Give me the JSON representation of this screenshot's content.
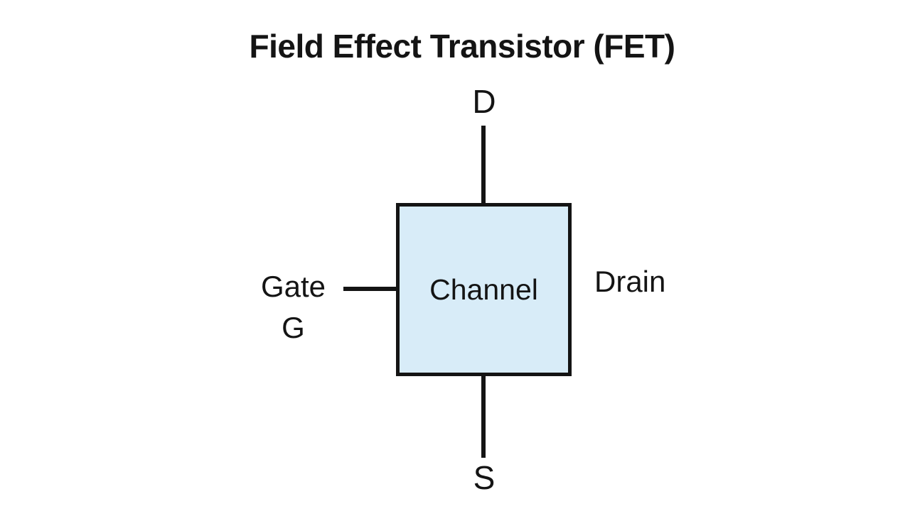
{
  "diagram": {
    "title": "Field Effect Transistor (FET)",
    "channel_box": {
      "label": "Channel",
      "fill_color": "#d8ecf8",
      "border_color": "#141414"
    },
    "terminals": {
      "top_letter": "D",
      "bottom_letter": "S",
      "gate_word": "Gate",
      "gate_letter": "G",
      "drain_word": "Drain"
    },
    "colors": {
      "background": "#ffffff",
      "wire": "#141414",
      "text": "#141414"
    }
  }
}
